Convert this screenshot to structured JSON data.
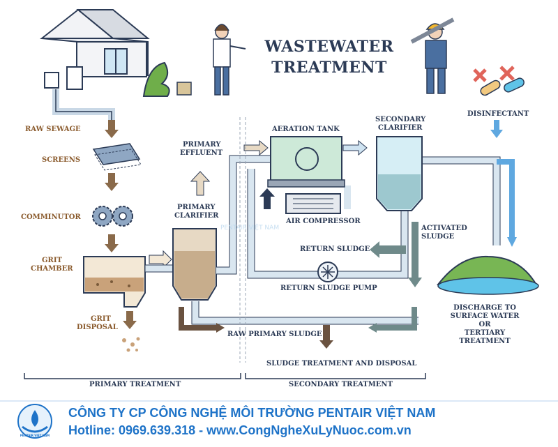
{
  "title_line1": "WASTEWATER",
  "title_line2": "TREATMENT",
  "labels": {
    "raw_sewage": "RAW SEWAGE",
    "screens": "SCREENS",
    "comminutor": "COMMINUTOR",
    "grit_chamber_1": "GRIT",
    "grit_chamber_2": "CHAMBER",
    "grit_disposal_1": "GRIT",
    "grit_disposal_2": "DISPOSAL",
    "primary_effluent_1": "PRIMARY",
    "primary_effluent_2": "EFFLUENT",
    "primary_clarifier_1": "PRIMARY",
    "primary_clarifier_2": "CLARIFIER",
    "aeration_tank": "AERATION TANK",
    "air_compressor": "AIR COMPRESSOR",
    "secondary_clarifier_1": "SECONDARY",
    "secondary_clarifier_2": "CLARIFIER",
    "activated_sludge_1": "ACTIVATED",
    "activated_sludge_2": "SLUDGE",
    "return_sludge": "RETURN SLUDGE",
    "return_sludge_pump": "RETURN SLUDGE PUMP",
    "raw_primary_sludge": "RAW PRIMARY SLUDGE",
    "sludge_treatment": "SLUDGE TREATMENT AND DISPOSAL",
    "disinfectant": "DISINFECTANT",
    "discharge_1": "DISCHARGE TO",
    "discharge_2": "SURFACE WATER",
    "discharge_3": "OR",
    "discharge_4": "TERTIARY",
    "discharge_5": "TREATMENT"
  },
  "sections": {
    "primary": "PRIMARY TREATMENT",
    "secondary": "SECONDARY TREATMENT"
  },
  "footer": {
    "company": "CÔNG TY CP CÔNG NGHỆ MÔI TRƯỜNG PENTAIR VIỆT NAM",
    "hotline": "Hotline: 0969.639.318 - www.CongNgheXuLyNuoc.com.vn",
    "logo_text": "PENTAIR VIỆT NAM"
  },
  "watermark": "PENTAIR VIỆT NAM",
  "colors": {
    "navy": "#2b3a55",
    "brown": "#8a5a2c",
    "water": "#b8dff2",
    "pipe": "#d9e6f0",
    "brand_blue": "#1e73c8"
  }
}
